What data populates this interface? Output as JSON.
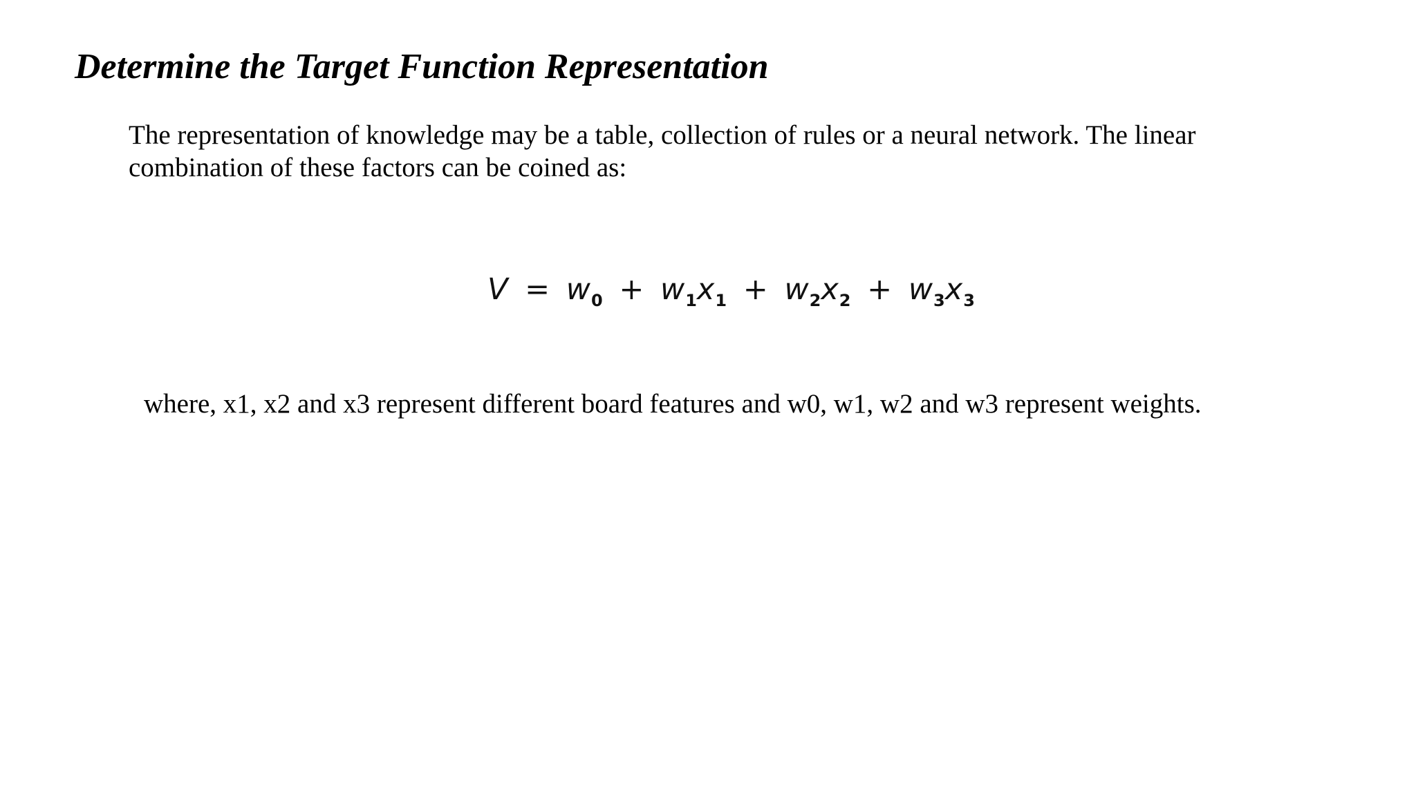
{
  "slide": {
    "title": "Determine the Target Function Representation",
    "intro_lines": [
      "The representation of knowledge may be a table, collection of rules or a neural network. The linear",
      "combination of these factors can be coined as:"
    ],
    "formula": {
      "lhs": "V",
      "equals": "=",
      "plus": "+",
      "terms": [
        {
          "w": "w",
          "w_sub": "0",
          "x": "",
          "x_sub": ""
        },
        {
          "w": "w",
          "w_sub": "1",
          "x": "x",
          "x_sub": "1"
        },
        {
          "w": "w",
          "w_sub": "2",
          "x": "x",
          "x_sub": "2"
        },
        {
          "w": "w",
          "w_sub": "3",
          "x": "x",
          "x_sub": "3"
        }
      ]
    },
    "explanation": "where, x1, x2 and x3 represent different board features and w0, w1, w2 and w3 represent weights."
  }
}
